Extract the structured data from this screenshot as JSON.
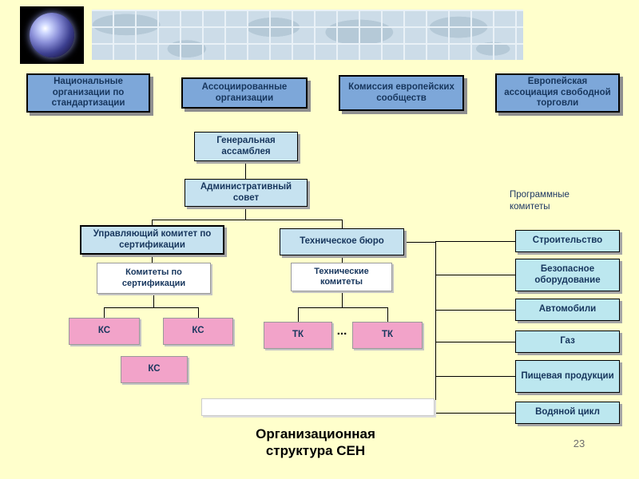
{
  "slide": {
    "title": "Организационная структура СЕН",
    "page_number": "23"
  },
  "top_row": [
    {
      "label": "Национальные организации по стандартизации"
    },
    {
      "label": "Ассоциированные организации"
    },
    {
      "label": "Комиссия европейских сообществ"
    },
    {
      "label": "Европейская ассоциация свободной торговли"
    }
  ],
  "org": {
    "general_assembly": "Генеральная ассамблея",
    "admin_council": "Административный совет",
    "cert_steering": "Управляющий комитет по  сертификации",
    "tech_bureau": "Техническое бюро",
    "cert_committees": "Комитеты по сертификации",
    "tech_committees": "Технические комитеты",
    "ks": [
      "КС",
      "КС",
      "КС"
    ],
    "tk": [
      "ТК",
      "ТК"
    ],
    "ellipsis": "..."
  },
  "program": {
    "label": "Программные комитеты",
    "items": [
      "Строительство",
      "Безопасное оборудование",
      "Автомобили",
      "Газ",
      "Пищевая продукции",
      "Водяной цикл"
    ]
  },
  "icons": {
    "globe": "globe-icon"
  },
  "colors": {
    "background": "#FFFFCC",
    "top_box": "#7DA7D9",
    "pale_box": "#C6E2F0",
    "pink_box": "#F2A3C9",
    "cyan_box": "#BCE7EF",
    "text": "#17365D"
  }
}
